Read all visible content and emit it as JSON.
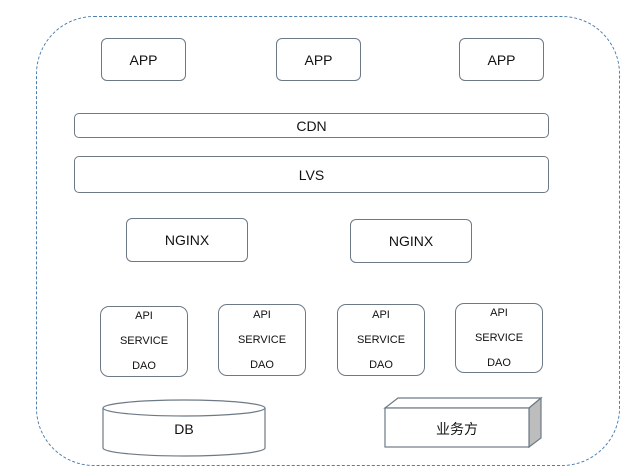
{
  "apps": [
    "APP",
    "APP",
    "APP"
  ],
  "cdn": "CDN",
  "lvs": "LVS",
  "nginx": [
    "NGINX",
    "NGINX"
  ],
  "services": [
    {
      "api": "API",
      "service": "SERVICE",
      "dao": "DAO"
    },
    {
      "api": "API",
      "service": "SERVICE",
      "dao": "DAO"
    },
    {
      "api": "API",
      "service": "SERVICE",
      "dao": "DAO"
    },
    {
      "api": "API",
      "service": "SERVICE",
      "dao": "DAO"
    }
  ],
  "db": "DB",
  "business": "业务方",
  "colors": {
    "dashed_border": "#4f7fb0",
    "box_border": "#6d7a86",
    "box_side": "#bdbdbd"
  }
}
